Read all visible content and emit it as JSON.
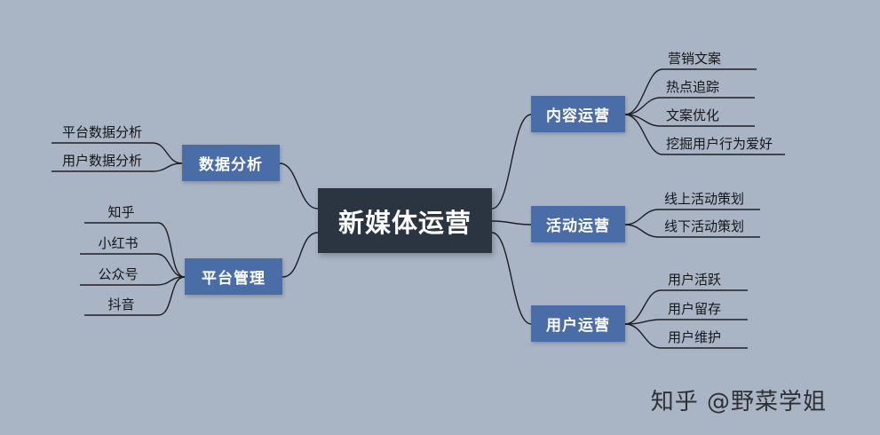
{
  "colors": {
    "background": "#a9b4c4",
    "center_node": "#2b3542",
    "branch_node": "#4a6da7",
    "line": "#1d1f24"
  },
  "center": {
    "label": "新媒体运营"
  },
  "branches": [
    {
      "label": "数据分析",
      "side": "left",
      "leaves": [
        "平台数据分析",
        "用户数据分析"
      ]
    },
    {
      "label": "平台管理",
      "side": "left",
      "leaves": [
        "知乎",
        "小红书",
        "公众号",
        "抖音"
      ]
    },
    {
      "label": "内容运营",
      "side": "right",
      "leaves": [
        "营销文案",
        "热点追踪",
        "文案优化",
        "挖掘用户行为爱好"
      ]
    },
    {
      "label": "活动运营",
      "side": "right",
      "leaves": [
        "线上活动策划",
        "线下活动策划"
      ]
    },
    {
      "label": "用户运营",
      "side": "right",
      "leaves": [
        "用户活跃",
        "用户留存",
        "用户维护"
      ]
    }
  ],
  "watermark": {
    "text": "知乎 @野菜学姐"
  }
}
